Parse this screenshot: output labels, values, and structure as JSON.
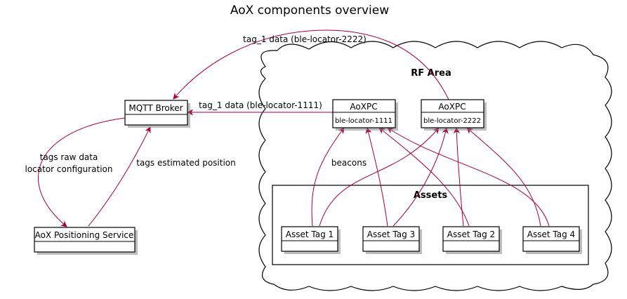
{
  "title": "AoX components overview",
  "rf_area": {
    "label": "RF Area"
  },
  "assets_package": {
    "label": "Assets"
  },
  "nodes": {
    "mqtt_broker": {
      "label": "MQTT Broker"
    },
    "positioning_service": {
      "label": "AoX Positioning Service"
    },
    "aoxpc_1": {
      "label": "AoXPC",
      "field": "ble-locator-1111"
    },
    "aoxpc_2": {
      "label": "AoXPC",
      "field": "ble-locator-2222"
    },
    "asset_tag_1": {
      "label": "Asset Tag 1"
    },
    "asset_tag_3": {
      "label": "Asset Tag 3"
    },
    "asset_tag_2": {
      "label": "Asset Tag 2"
    },
    "asset_tag_4": {
      "label": "Asset Tag 4"
    }
  },
  "edge_labels": {
    "tag1_data_2222": "tag_1 data (ble-locator-2222)",
    "tag1_data_1111": "tag_1 data (ble-locator-1111)",
    "tags_raw_data": "tags raw data",
    "locator_configuration": "locator configuration",
    "tags_estimated_position": "tags estimated position",
    "beacons": "beacons"
  },
  "colors": {
    "edge": "#A80036",
    "box_stroke": "#000000",
    "box_fill": "#ffffff"
  }
}
